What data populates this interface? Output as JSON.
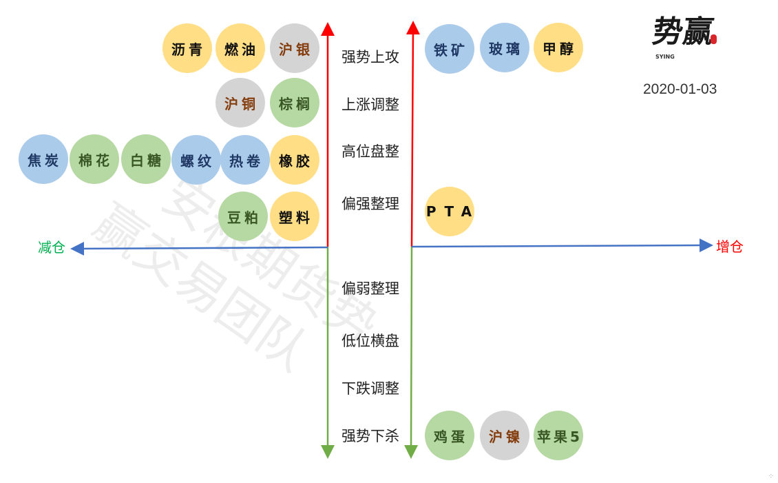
{
  "axes": {
    "decrease_position": "减仓",
    "increase_position": "增仓"
  },
  "stages": [
    "强势上攻",
    "上涨调整",
    "高位盘整",
    "偏强整理",
    "偏弱整理",
    "低位横盘",
    "下跌调整",
    "强势下杀"
  ],
  "date": "2020-01-03",
  "logo": {
    "text": "势赢",
    "sub": "SYING"
  },
  "watermark": [
    "安粮期货势",
    "赢交易团队"
  ],
  "left_items": {
    "row1": [
      {
        "label": "沥青",
        "color": "yellow"
      },
      {
        "label": "燃油",
        "color": "yellow"
      },
      {
        "label": "沪银",
        "color": "gray"
      }
    ],
    "row2": [
      {
        "label": "沪铜",
        "color": "gray"
      },
      {
        "label": "棕榈",
        "color": "green"
      }
    ],
    "row3": [
      {
        "label": "焦炭",
        "color": "blue"
      },
      {
        "label": "棉花",
        "color": "green"
      },
      {
        "label": "白糖",
        "color": "green"
      },
      {
        "label": "螺纹",
        "color": "blue"
      },
      {
        "label": "热卷",
        "color": "blue"
      },
      {
        "label": "橡胶",
        "color": "yellow"
      }
    ],
    "row4": [
      {
        "label": "豆粕",
        "color": "green"
      },
      {
        "label": "塑料",
        "color": "yellow"
      }
    ]
  },
  "right_items": {
    "row1": [
      {
        "label": "铁矿",
        "color": "blue"
      },
      {
        "label": "玻璃",
        "color": "blue"
      },
      {
        "label": "甲醇",
        "color": "yellow"
      }
    ],
    "row4": [
      {
        "label": "PTA",
        "color": "yellow"
      }
    ],
    "row8": [
      {
        "label": "鸡蛋",
        "color": "green"
      },
      {
        "label": "沪镍",
        "color": "gray"
      },
      {
        "label": "苹果5",
        "color": "green"
      }
    ]
  },
  "colors": {
    "up": "#ff0000",
    "down": "#70ad47",
    "axis": "#4472c4",
    "decrease": "#00b050",
    "increase": "#ff0000"
  }
}
